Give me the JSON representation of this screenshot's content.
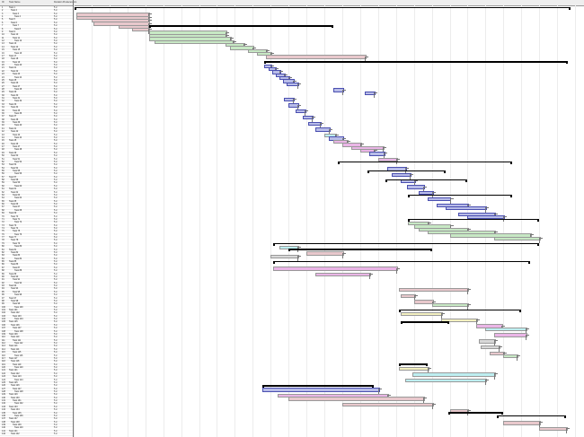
{
  "header": {
    "id_col": "ID",
    "name_col": "Task Name",
    "duration_col": "Duration",
    "pred_col": "Predecessors"
  },
  "row_label_prefix": "Task",
  "row_count": 142,
  "row_duration": "5 d",
  "colors": {
    "pink": "#e8c8cc",
    "green": "#c7e8c4",
    "blue": "#b8bce8",
    "magenta": "#eab5e6",
    "cyan": "#bdeef0",
    "yellow": "#f3f0c0",
    "grey": "#d8d8d8",
    "summary": "#000000"
  },
  "timeline_days": 560,
  "summaries": [
    [
      0,
      1,
      555
    ],
    [
      6,
      84,
      290
    ],
    [
      18,
      213,
      552
    ],
    [
      78,
      223,
      520
    ],
    [
      80,
      240,
      400
    ],
    [
      84,
      223,
      510
    ],
    [
      100,
      363,
      500
    ],
    [
      104,
      365,
      420
    ],
    [
      118,
      363,
      395
    ],
    [
      125,
      211,
      335
    ],
    [
      134,
      418,
      480
    ],
    [
      135,
      473,
      550
    ],
    [
      54,
      328,
      415
    ],
    [
      57,
      348,
      440
    ],
    [
      62,
      373,
      490
    ],
    [
      70,
      373,
      520
    ],
    [
      51,
      295,
      490
    ]
  ],
  "tasks": [
    [
      2,
      3,
      83,
      "pink"
    ],
    [
      3,
      3,
      83,
      "pink"
    ],
    [
      4,
      20,
      83,
      "pink"
    ],
    [
      5,
      22,
      83,
      "pink"
    ],
    [
      6,
      50,
      83,
      "pink"
    ],
    [
      7,
      65,
      83,
      "pink"
    ],
    [
      8,
      84,
      170,
      "green"
    ],
    [
      9,
      84,
      170,
      "green"
    ],
    [
      10,
      84,
      175,
      "green"
    ],
    [
      11,
      90,
      178,
      "green"
    ],
    [
      12,
      170,
      190,
      "green"
    ],
    [
      13,
      175,
      200,
      "green"
    ],
    [
      14,
      195,
      215,
      "green"
    ],
    [
      15,
      205,
      220,
      "green"
    ],
    [
      16,
      215,
      325,
      "pink"
    ],
    [
      19,
      213,
      220,
      "blue"
    ],
    [
      20,
      218,
      225,
      "blue"
    ],
    [
      21,
      222,
      230,
      "blue"
    ],
    [
      22,
      226,
      235,
      "blue"
    ],
    [
      23,
      230,
      240,
      "blue"
    ],
    [
      24,
      234,
      245,
      "blue"
    ],
    [
      25,
      238,
      250,
      "blue"
    ],
    [
      27,
      290,
      300,
      "blue"
    ],
    [
      28,
      325,
      335,
      "blue"
    ],
    [
      30,
      235,
      245,
      "blue"
    ],
    [
      32,
      240,
      250,
      "blue"
    ],
    [
      34,
      248,
      258,
      "blue"
    ],
    [
      36,
      256,
      266,
      "blue"
    ],
    [
      38,
      262,
      275,
      "blue"
    ],
    [
      40,
      270,
      285,
      "blue"
    ],
    [
      42,
      280,
      292,
      "cyan"
    ],
    [
      43,
      285,
      300,
      "blue"
    ],
    [
      44,
      290,
      305,
      "magenta"
    ],
    [
      45,
      300,
      320,
      "magenta"
    ],
    [
      46,
      310,
      345,
      "magenta"
    ],
    [
      47,
      320,
      335,
      "magenta"
    ],
    [
      48,
      330,
      346,
      "blue"
    ],
    [
      50,
      340,
      360,
      "magenta"
    ],
    [
      53,
      350,
      370,
      "blue"
    ],
    [
      55,
      355,
      375,
      "blue"
    ],
    [
      57,
      365,
      380,
      "blue"
    ],
    [
      59,
      372,
      390,
      "blue"
    ],
    [
      61,
      385,
      400,
      "blue"
    ],
    [
      63,
      395,
      420,
      "blue"
    ],
    [
      65,
      405,
      440,
      "blue"
    ],
    [
      66,
      415,
      460,
      "blue"
    ],
    [
      68,
      430,
      470,
      "blue"
    ],
    [
      69,
      440,
      480,
      "blue"
    ],
    [
      71,
      373,
      395,
      "green"
    ],
    [
      72,
      380,
      420,
      "green"
    ],
    [
      73,
      385,
      440,
      "green"
    ],
    [
      74,
      395,
      470,
      "green"
    ],
    [
      75,
      420,
      510,
      "green"
    ],
    [
      76,
      470,
      520,
      "green"
    ],
    [
      79,
      230,
      250,
      "cyan"
    ],
    [
      81,
      260,
      300,
      "pink"
    ],
    [
      82,
      220,
      250,
      "grey"
    ],
    [
      86,
      223,
      360,
      "magenta"
    ],
    [
      88,
      270,
      330,
      "magenta"
    ],
    [
      93,
      363,
      440,
      "pink"
    ],
    [
      95,
      365,
      380,
      "pink"
    ],
    [
      97,
      380,
      400,
      "pink"
    ],
    [
      98,
      400,
      440,
      "green"
    ],
    [
      101,
      365,
      410,
      "yellow"
    ],
    [
      103,
      410,
      450,
      "yellow"
    ],
    [
      105,
      450,
      478,
      "magenta"
    ],
    [
      106,
      460,
      505,
      "cyan"
    ],
    [
      108,
      470,
      505,
      "magenta"
    ],
    [
      110,
      453,
      470,
      "grey"
    ],
    [
      112,
      455,
      475,
      "grey"
    ],
    [
      114,
      465,
      480,
      "pink"
    ],
    [
      115,
      480,
      495,
      "green"
    ],
    [
      119,
      363,
      395,
      "yellow"
    ],
    [
      121,
      378,
      470,
      "cyan"
    ],
    [
      123,
      370,
      460,
      "cyan"
    ],
    [
      126,
      211,
      340,
      "blue"
    ],
    [
      128,
      228,
      350,
      "magenta"
    ],
    [
      129,
      240,
      390,
      "pink"
    ],
    [
      131,
      300,
      400,
      "pink"
    ],
    [
      133,
      420,
      440,
      "pink"
    ],
    [
      137,
      480,
      520,
      "pink"
    ],
    [
      139,
      520,
      550,
      "pink"
    ]
  ]
}
